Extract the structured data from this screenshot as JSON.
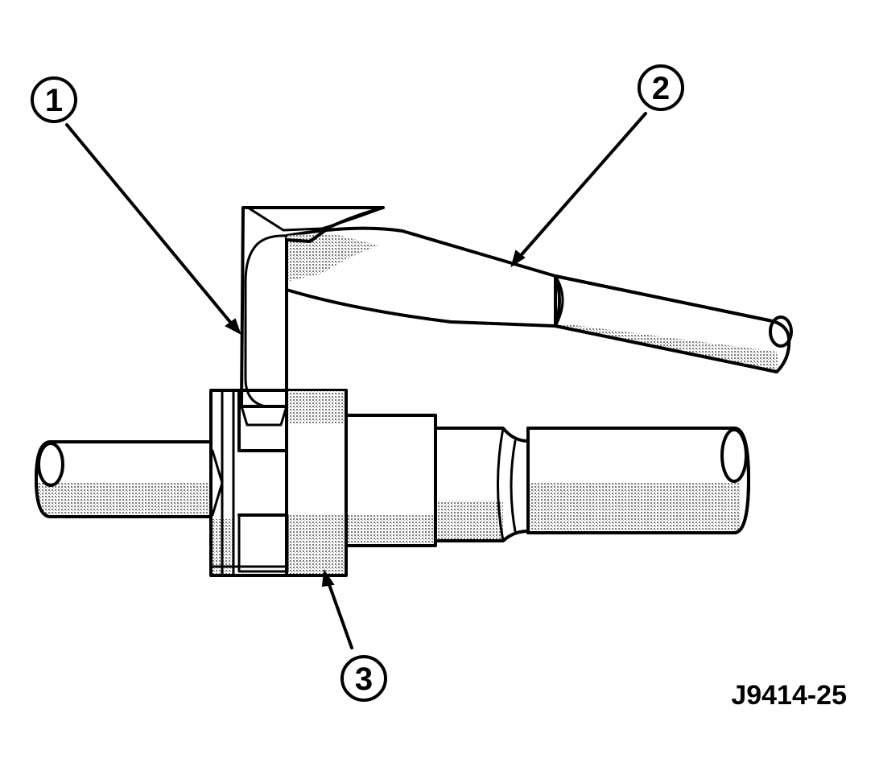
{
  "diagram": {
    "callouts": [
      {
        "label": "1"
      },
      {
        "label": "2"
      },
      {
        "label": "3"
      }
    ],
    "figure_id": "J9414-25",
    "colors": {
      "ink": "#000000",
      "shade_fill": "#cfcfcf",
      "background": "#ffffff"
    }
  }
}
